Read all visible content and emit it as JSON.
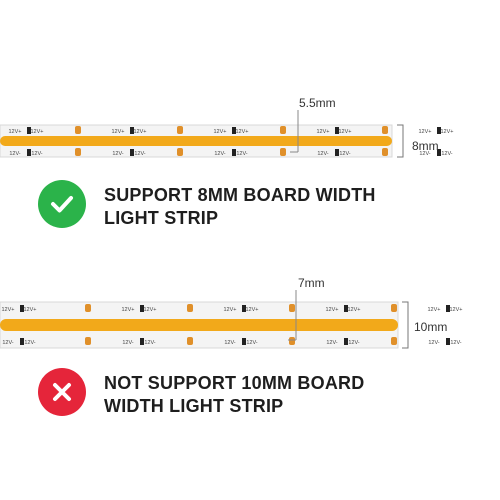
{
  "strip_8mm": {
    "gap_label": "5.5mm",
    "width_label": "8mm",
    "pad_plus": "12V+",
    "pad_minus": "12V-",
    "led_color": "#f2a91a"
  },
  "support_message": {
    "line1": "SUPPORT 8MM BOARD WIDTH",
    "line2": "LIGHT STRIP",
    "icon": "check-circle-icon",
    "color": "#2bb34a"
  },
  "strip_10mm": {
    "gap_label": "7mm",
    "width_label": "10mm",
    "pad_plus": "12V+",
    "pad_minus": "12V-",
    "led_color": "#f2a91a"
  },
  "not_support_message": {
    "line1": "NOT SUPPORT 10MM BOARD",
    "line2": "WIDTH LIGHT STRIP",
    "icon": "cross-circle-icon",
    "color": "#e5253a"
  }
}
